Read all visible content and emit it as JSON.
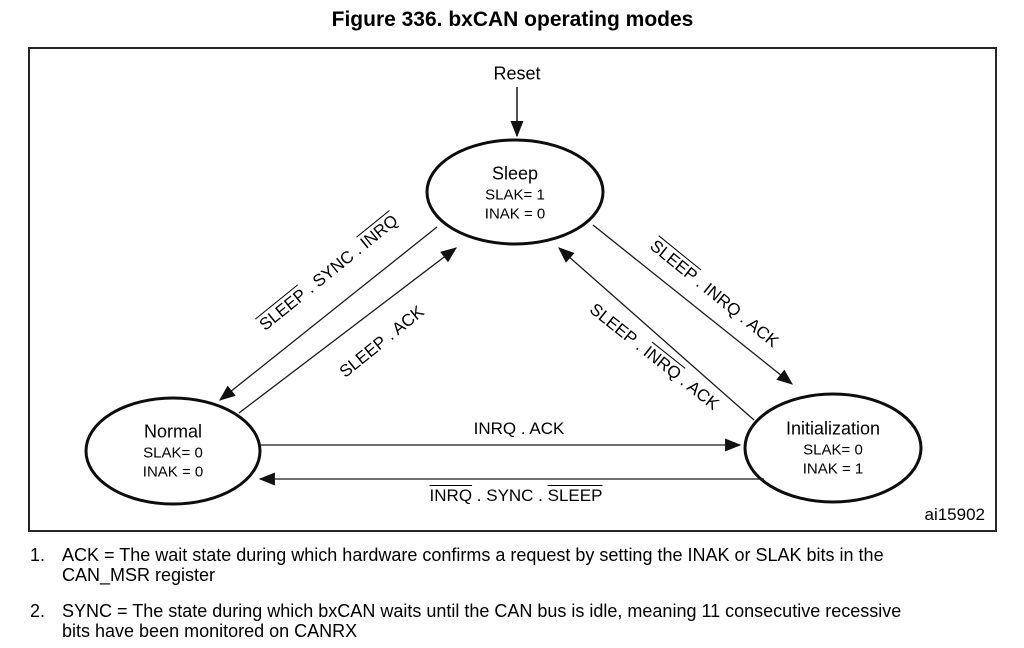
{
  "figure": {
    "title": "Figure 336. bxCAN operating modes",
    "image_ref": "ai15902"
  },
  "diagram": {
    "reset_label": "Reset",
    "states": [
      {
        "name": "Sleep",
        "line1": "SLAK= 1",
        "line2": "INAK = 0"
      },
      {
        "name": "Normal",
        "line1": "SLAK= 0",
        "line2": "INAK = 0"
      },
      {
        "name": "Initialization",
        "line1": "SLAK= 0",
        "line2": "INAK = 1"
      }
    ],
    "transitions": [
      {
        "from": "Sleep",
        "to": "Normal",
        "segments": [
          {
            "t": "SLEEP",
            "ol": true
          },
          {
            "t": " . SYNC . ",
            "ol": false
          },
          {
            "t": "INRQ",
            "ol": true
          }
        ]
      },
      {
        "from": "Normal",
        "to": "Sleep",
        "segments": [
          {
            "t": "SLEEP . ACK",
            "ol": false
          }
        ]
      },
      {
        "from": "Sleep",
        "to": "Initialization",
        "segments": [
          {
            "t": "SLEEP",
            "ol": true
          },
          {
            "t": " . INRQ . ACK",
            "ol": false
          }
        ]
      },
      {
        "from": "Initialization",
        "to": "Sleep",
        "segments": [
          {
            "t": "SLEEP . ",
            "ol": false
          },
          {
            "t": "INRQ",
            "ol": true
          },
          {
            "t": " . ACK",
            "ol": false
          }
        ]
      },
      {
        "from": "Normal",
        "to": "Initialization",
        "segments": [
          {
            "t": "INRQ . ACK",
            "ol": false
          }
        ]
      },
      {
        "from": "Initialization",
        "to": "Normal",
        "segments": [
          {
            "t": "INRQ",
            "ol": true
          },
          {
            "t": " . SYNC . ",
            "ol": false
          },
          {
            "t": "SLEEP",
            "ol": true
          }
        ]
      }
    ],
    "line_color": "#1a1a1a",
    "ellipse_color": "#0d0d0d"
  },
  "footnotes": [
    {
      "num": "1.",
      "text": "ACK = The wait state during which hardware confirms a request by setting the INAK or SLAK bits in the\nCAN_MSR register"
    },
    {
      "num": "2.",
      "text": "SYNC = The state during which bxCAN waits until the CAN bus is idle, meaning 11 consecutive recessive\nbits have been monitored on CANRX"
    }
  ]
}
